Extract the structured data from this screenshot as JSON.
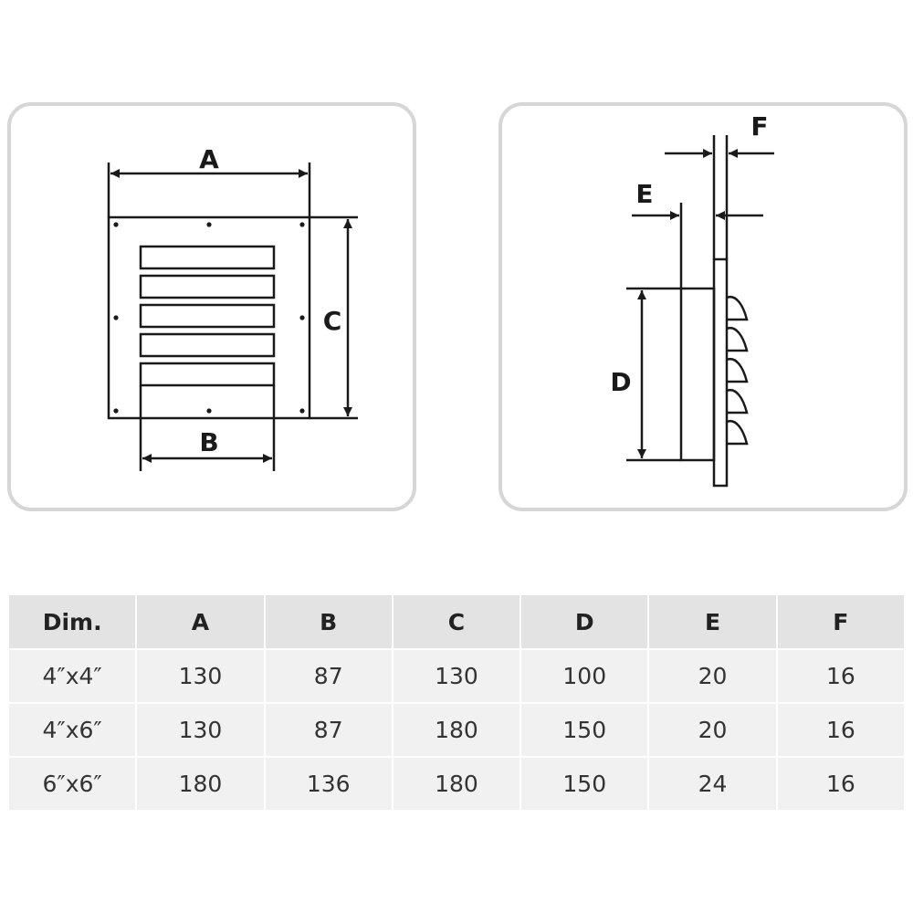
{
  "diagram": {
    "front_view": {
      "labels": {
        "a": "A",
        "b": "B",
        "c": "C"
      }
    },
    "side_view": {
      "labels": {
        "d": "D",
        "e": "E",
        "f": "F"
      }
    }
  },
  "table": {
    "headers": [
      "Dim.",
      "A",
      "B",
      "C",
      "D",
      "E",
      "F"
    ],
    "rows": [
      [
        "4″x4″",
        "130",
        "87",
        "130",
        "100",
        "20",
        "16"
      ],
      [
        "4″x6″",
        "130",
        "87",
        "180",
        "150",
        "20",
        "16"
      ],
      [
        "6″x6″",
        "180",
        "136",
        "180",
        "150",
        "24",
        "16"
      ]
    ]
  },
  "colors": {
    "line": "#1a1a1a",
    "panel_border": "#d6d6d6",
    "header_bg": "#e3e3e3",
    "cell_bg": "#f1f1f1"
  }
}
